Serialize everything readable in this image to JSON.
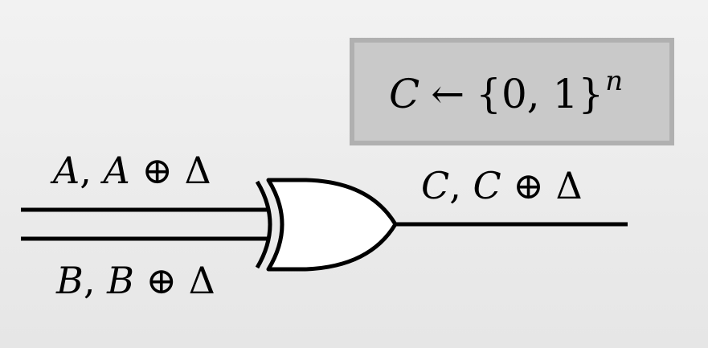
{
  "key_box": {
    "lhs": "C",
    "arrow": "←",
    "set": "{0, 1}",
    "exponent": "n"
  },
  "input_top_label": {
    "var": "A",
    "sep": ", ",
    "var2": "A",
    "op": " ⊕ ",
    "delta": "Δ"
  },
  "input_bottom_label": {
    "var": "B",
    "sep": ", ",
    "var2": "B",
    "op": " ⊕ ",
    "delta": "Δ"
  },
  "output_label": {
    "var": "C",
    "sep": ", ",
    "var2": "C",
    "op": " ⊕ ",
    "delta": "Δ"
  },
  "gate": {
    "type": "xor-gate"
  },
  "colors": {
    "box_fill": "#c9c9c9",
    "box_stroke": "#b0b0b0",
    "wire": "#000000",
    "gate_fill": "#ffffff"
  }
}
